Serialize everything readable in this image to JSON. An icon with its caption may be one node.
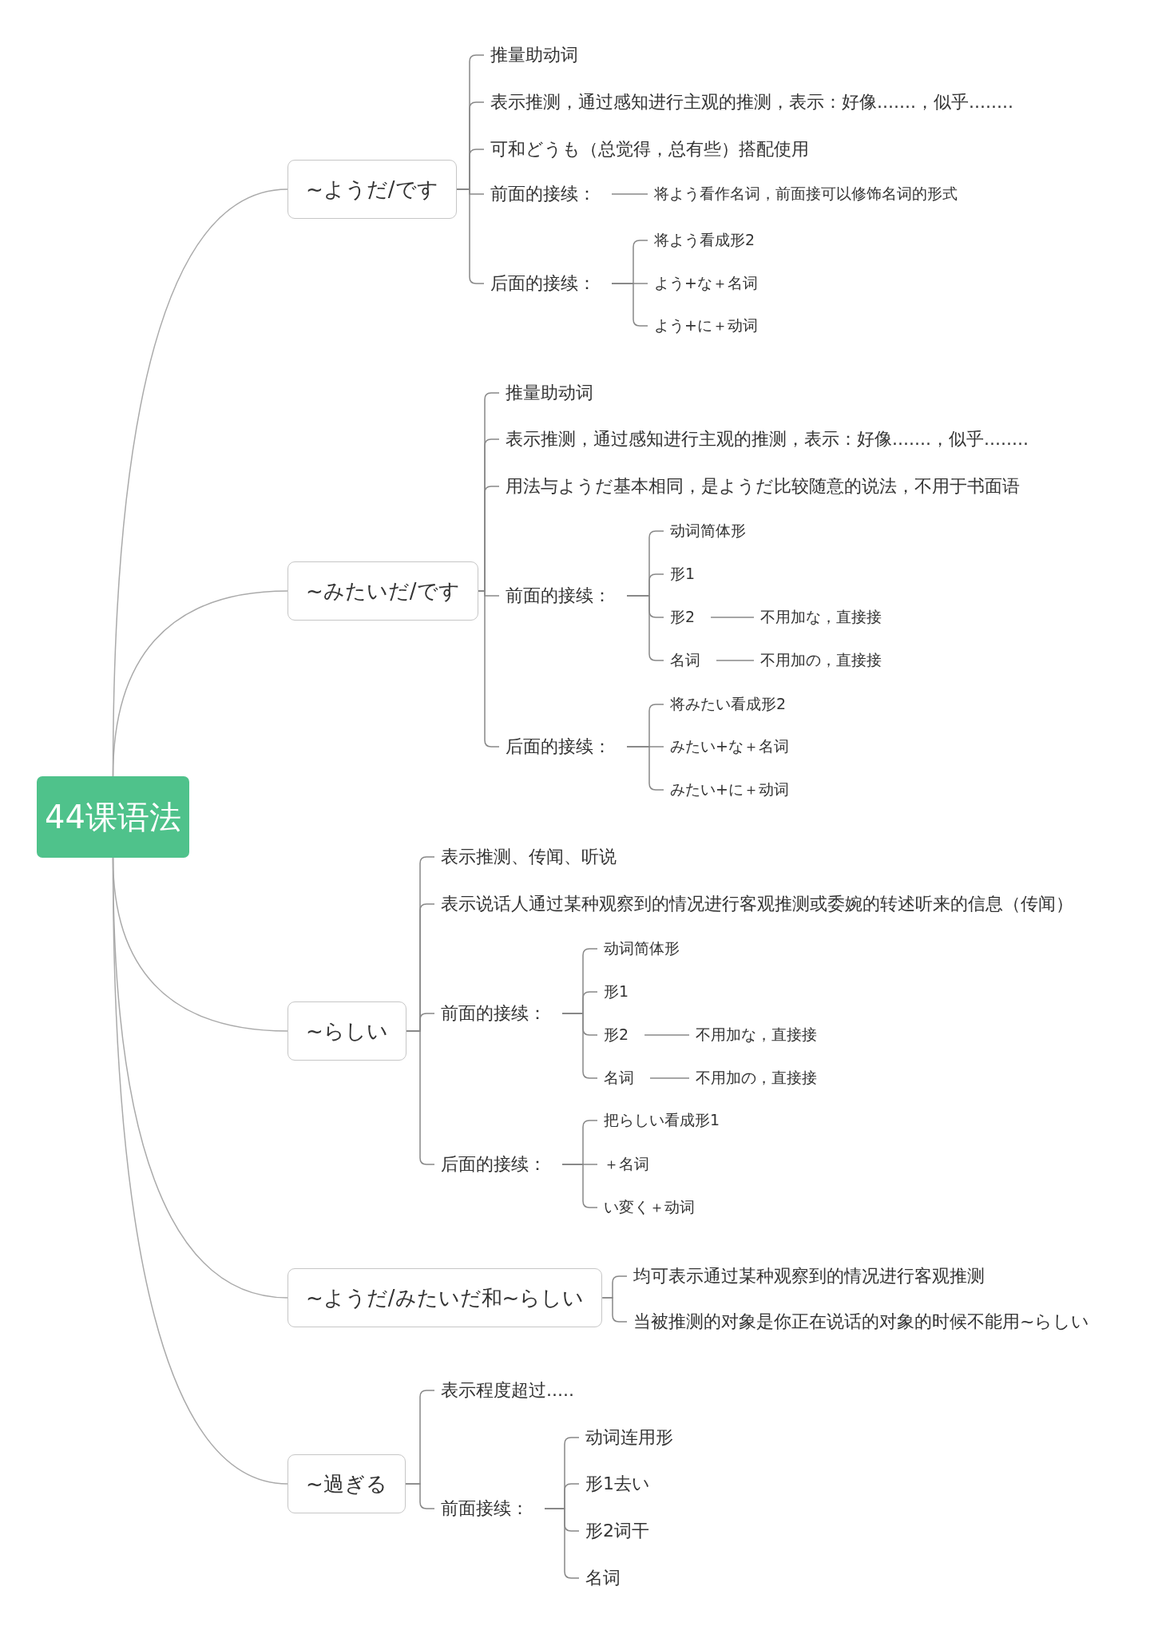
{
  "diagram": {
    "nodes": [
      {
        "text": [
          "44课语法"
        ]
      },
      {
        "text": [
          "~ようだ/です"
        ]
      },
      {
        "text": [
          "推量助动词"
        ]
      },
      {
        "text": [
          "表示推测，通过感知进行主观的推测，表示：好像.......，似乎........"
        ]
      },
      {
        "text": [
          "可和どうも（总觉得，总有些）搭配使用"
        ]
      },
      {
        "text": [
          "前面的接续："
        ]
      },
      {
        "text": [
          "将よう看作名词，前面接可以修饰名词的形式"
        ]
      },
      {
        "text": [
          "后面的接续："
        ]
      },
      {
        "text": [
          "将よう看成形2"
        ]
      },
      {
        "text": [
          "よう+な＋名词"
        ]
      },
      {
        "text": [
          "よう+に＋动词"
        ]
      },
      {
        "text": [
          "~みたいだ/です"
        ]
      },
      {
        "text": [
          "推量助动词"
        ]
      },
      {
        "text": [
          "表示推测，通过感知进行主观的推测，表示：好像.......，似乎........"
        ]
      },
      {
        "text": [
          "用法与ようだ基本相同，是ようだ比较随意的说法，不用于书面语"
        ]
      },
      {
        "text": [
          "前面的接续："
        ]
      },
      {
        "text": [
          "动词简体形"
        ]
      },
      {
        "text": [
          "形1"
        ]
      },
      {
        "text": [
          "形2"
        ]
      },
      {
        "text": [
          "不用加な，直接接"
        ]
      },
      {
        "text": [
          "名词"
        ]
      },
      {
        "text": [
          "不用加の，直接接"
        ]
      },
      {
        "text": [
          "后面的接续："
        ]
      },
      {
        "text": [
          "将みたい看成形2"
        ]
      },
      {
        "text": [
          "みたい+な＋名词"
        ]
      },
      {
        "text": [
          "みたい+に＋动词"
        ]
      },
      {
        "text": [
          "~らしい"
        ]
      },
      {
        "text": [
          "表示推测、传闻、听说"
        ]
      },
      {
        "text": [
          "表示说话人通过某种观察到的情况进行客观推测或委婉的转述听来的信息（传闻）"
        ]
      },
      {
        "text": [
          "前面的接续："
        ]
      },
      {
        "text": [
          "动词简体形"
        ]
      },
      {
        "text": [
          "形1"
        ]
      },
      {
        "text": [
          "形2"
        ]
      },
      {
        "text": [
          "不用加な，直接接"
        ]
      },
      {
        "text": [
          "名词"
        ]
      },
      {
        "text": [
          "不用加の，直接接"
        ]
      },
      {
        "text": [
          "后面的接续："
        ]
      },
      {
        "text": [
          "把らしい看成形1"
        ]
      },
      {
        "text": [
          "＋名词"
        ]
      },
      {
        "text": [
          "い変く＋动词"
        ]
      },
      {
        "text": [
          "~ようだ/みたいだ和~らしい"
        ]
      },
      {
        "text": [
          "均可表示通过某种观察到的情况进行客观推测"
        ]
      },
      {
        "text": [
          "当被推测的对象是你正在说话的对象的时候不能用~らしい"
        ]
      },
      {
        "text": [
          "~過ぎる"
        ]
      },
      {
        "text": [
          "表示程度超过....."
        ]
      },
      {
        "text": [
          "前面接续："
        ]
      },
      {
        "text": [
          "动词连用形"
        ]
      },
      {
        "text": [
          "形1去い"
        ]
      },
      {
        "text": [
          "形2词干"
        ]
      },
      {
        "text": [
          "名词"
        ]
      }
    ],
    "edges": [
      {
        "from": 0,
        "to": 1,
        "arrow": "none",
        "color": "#aaaaaa"
      },
      {
        "from": 0,
        "to": 11,
        "arrow": "none",
        "color": "#aaaaaa"
      },
      {
        "from": 0,
        "to": 26,
        "arrow": "none",
        "color": "#aaaaaa"
      },
      {
        "from": 0,
        "to": 40,
        "arrow": "none",
        "color": "#aaaaaa"
      },
      {
        "from": 0,
        "to": 43,
        "arrow": "none",
        "color": "#aaaaaa"
      },
      {
        "from": 1,
        "to": 2,
        "arrow": "none"
      },
      {
        "from": 1,
        "to": 3,
        "arrow": "none"
      },
      {
        "from": 1,
        "to": 4,
        "arrow": "none"
      },
      {
        "from": 1,
        "to": 5,
        "arrow": "none"
      },
      {
        "from": 1,
        "to": 7,
        "arrow": "none"
      },
      {
        "from": 5,
        "to": 6,
        "arrow": "none"
      },
      {
        "from": 7,
        "to": 8,
        "arrow": "none"
      },
      {
        "from": 7,
        "to": 9,
        "arrow": "none"
      },
      {
        "from": 7,
        "to": 10,
        "arrow": "none"
      },
      {
        "from": 11,
        "to": 12,
        "arrow": "none"
      },
      {
        "from": 11,
        "to": 13,
        "arrow": "none"
      },
      {
        "from": 11,
        "to": 14,
        "arrow": "none"
      },
      {
        "from": 11,
        "to": 15,
        "arrow": "none"
      },
      {
        "from": 11,
        "to": 22,
        "arrow": "none"
      },
      {
        "from": 15,
        "to": 16,
        "arrow": "none"
      },
      {
        "from": 15,
        "to": 17,
        "arrow": "none"
      },
      {
        "from": 15,
        "to": 18,
        "arrow": "none"
      },
      {
        "from": 15,
        "to": 20,
        "arrow": "none"
      },
      {
        "from": 18,
        "to": 19,
        "arrow": "none"
      },
      {
        "from": 20,
        "to": 21,
        "arrow": "none"
      },
      {
        "from": 22,
        "to": 23,
        "arrow": "none"
      },
      {
        "from": 22,
        "to": 24,
        "arrow": "none"
      },
      {
        "from": 22,
        "to": 25,
        "arrow": "none"
      },
      {
        "from": 26,
        "to": 27,
        "arrow": "none"
      },
      {
        "from": 26,
        "to": 28,
        "arrow": "none"
      },
      {
        "from": 26,
        "to": 29,
        "arrow": "none"
      },
      {
        "from": 26,
        "to": 36,
        "arrow": "none"
      },
      {
        "from": 29,
        "to": 30,
        "arrow": "none"
      },
      {
        "from": 29,
        "to": 31,
        "arrow": "none"
      },
      {
        "from": 29,
        "to": 32,
        "arrow": "none"
      },
      {
        "from": 29,
        "to": 34,
        "arrow": "none"
      },
      {
        "from": 32,
        "to": 33,
        "arrow": "none"
      },
      {
        "from": 34,
        "to": 35,
        "arrow": "none"
      },
      {
        "from": 36,
        "to": 37,
        "arrow": "none"
      },
      {
        "from": 36,
        "to": 38,
        "arrow": "none"
      },
      {
        "from": 36,
        "to": 39,
        "arrow": "none"
      },
      {
        "from": 40,
        "to": 41,
        "arrow": "none"
      },
      {
        "from": 40,
        "to": 42,
        "arrow": "none"
      },
      {
        "from": 43,
        "to": 44,
        "arrow": "none"
      },
      {
        "from": 43,
        "to": 45,
        "arrow": "none"
      },
      {
        "from": 45,
        "to": 46,
        "arrow": "none"
      },
      {
        "from": 45,
        "to": 47,
        "arrow": "none"
      },
      {
        "from": 45,
        "to": 48,
        "arrow": "none"
      },
      {
        "from": 45,
        "to": 49,
        "arrow": "none"
      }
    ]
  }
}
